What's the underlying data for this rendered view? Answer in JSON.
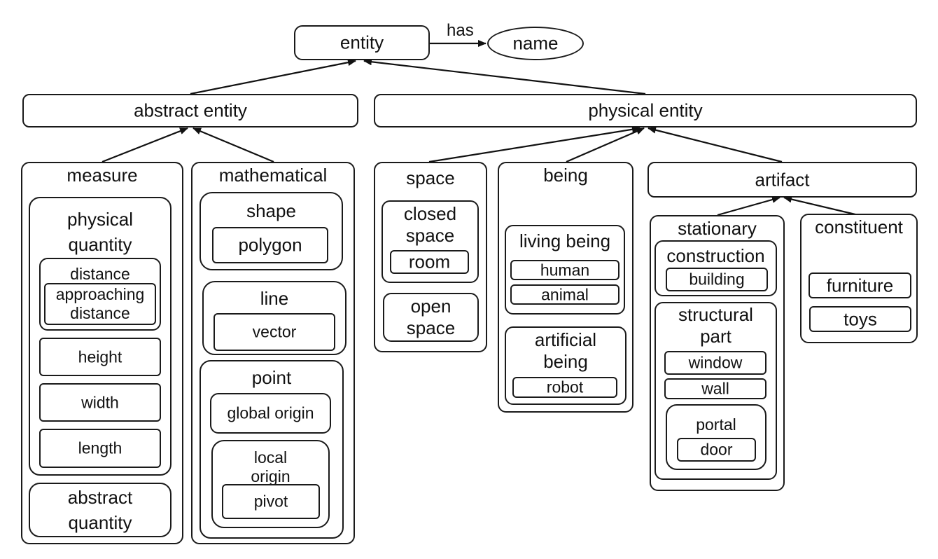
{
  "relation": {
    "label": "has"
  },
  "nodes": {
    "entity": "entity",
    "name": "name",
    "abstract_entity": "abstract entity",
    "physical_entity": "physical entity",
    "measure": "measure",
    "physical_quantity": "physical\nquantity",
    "distance": "distance",
    "approaching_distance": "approaching\ndistance",
    "height": "height",
    "width": "width",
    "length": "length",
    "abstract_quantity": "abstract\nquantity",
    "mathematical": "mathematical",
    "shape": "shape",
    "polygon": "polygon",
    "line": "line",
    "vector": "vector",
    "point": "point",
    "global_origin": "global origin",
    "local_origin": "local\norigin",
    "pivot": "pivot",
    "space": "space",
    "closed_space": "closed\nspace",
    "room": "room",
    "open_space": "open\nspace",
    "being": "being",
    "living_being": "living being",
    "human": "human",
    "animal": "animal",
    "artificial_being": "artificial\nbeing",
    "robot": "robot",
    "artifact": "artifact",
    "stationary": "stationary",
    "construction": "construction",
    "building": "building",
    "structural_part": "structural\npart",
    "window": "window",
    "wall": "wall",
    "portal": "portal",
    "door": "door",
    "constituent": "constituent",
    "furniture": "furniture",
    "toys": "toys"
  }
}
